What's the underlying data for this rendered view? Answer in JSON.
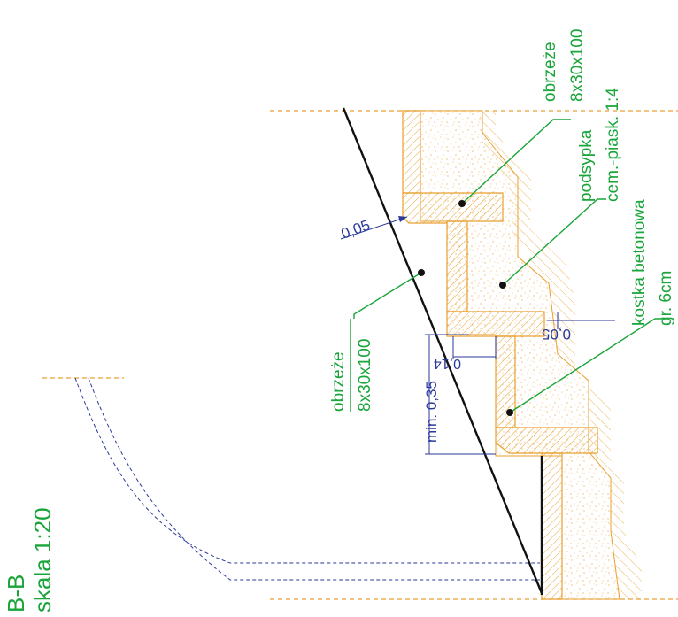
{
  "section": {
    "title": "B-B",
    "scale": "skala 1:20"
  },
  "labels": {
    "obrzeze_top_1": "obrzeże",
    "obrzeze_top_2": "8x30x100",
    "podsypka_1": "podsypka",
    "podsypka_2": "cem.-piask. 1:4",
    "kostka_1": "kostka betonowa",
    "kostka_2": "gr. 6cm",
    "obrzeze_left_1": "obrzeże",
    "obrzeze_left_2": "8x30x100"
  },
  "dimensions": {
    "d1": "0,05",
    "d2": "0,05",
    "d3": "0,14",
    "d4": "min. 0,35"
  },
  "colors": {
    "green": "#1aa53a",
    "blue": "#2b3a9a",
    "orange": "#e8a030",
    "black": "#111111"
  }
}
